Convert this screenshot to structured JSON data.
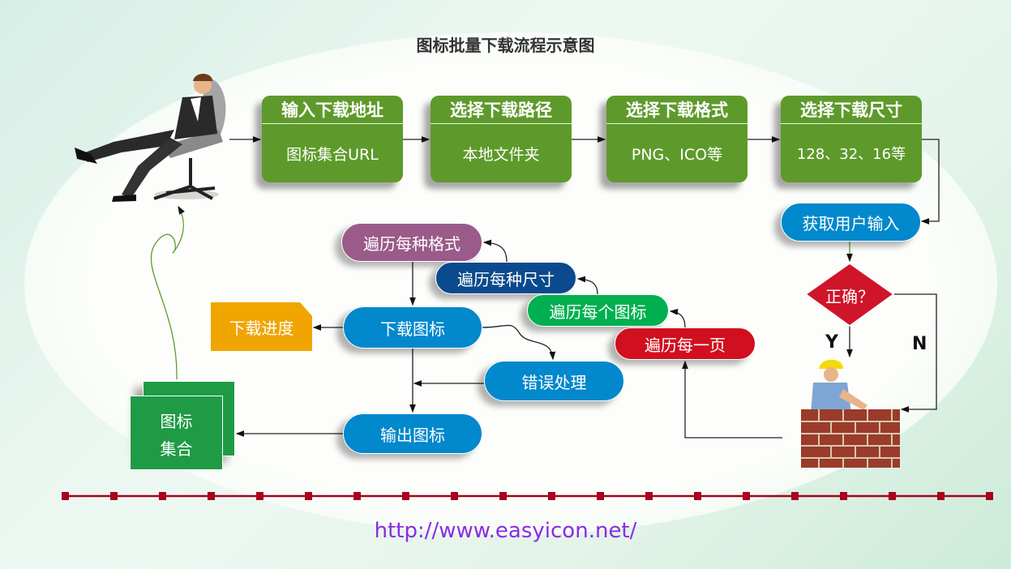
{
  "title": "图标批量下载流程示意图",
  "steps": [
    {
      "header": "输入下载地址",
      "body": "图标集合URL"
    },
    {
      "header": "选择下载路径",
      "body": "本地文件夹"
    },
    {
      "header": "选择下载格式",
      "body": "PNG、ICO等"
    },
    {
      "header": "选择下载尺寸",
      "body": "128、32、16等"
    }
  ],
  "get_input": "获取用户输入",
  "decision": "正确？",
  "yes": "Y",
  "no": "N",
  "loops": {
    "format": "遍历每种格式",
    "size": "遍历每种尺寸",
    "icon": "遍历每个图标",
    "page": "遍历每一页"
  },
  "download": "下载图标",
  "progress": "下载进度",
  "error": "错误处理",
  "output": "输出图标",
  "collection": [
    "图标",
    "集合"
  ],
  "url": "http://www.easyicon.net/",
  "colors": {
    "green": "#5e9a2b",
    "blue": "#0288cc",
    "purple": "#9b5b8a",
    "navy": "#0b4a8c",
    "lime": "#00b050",
    "red": "#d0101e",
    "orange": "#f0a500",
    "dark_green": "#1f9a45",
    "rail": "#a8001e",
    "link": "#8b2be2"
  }
}
